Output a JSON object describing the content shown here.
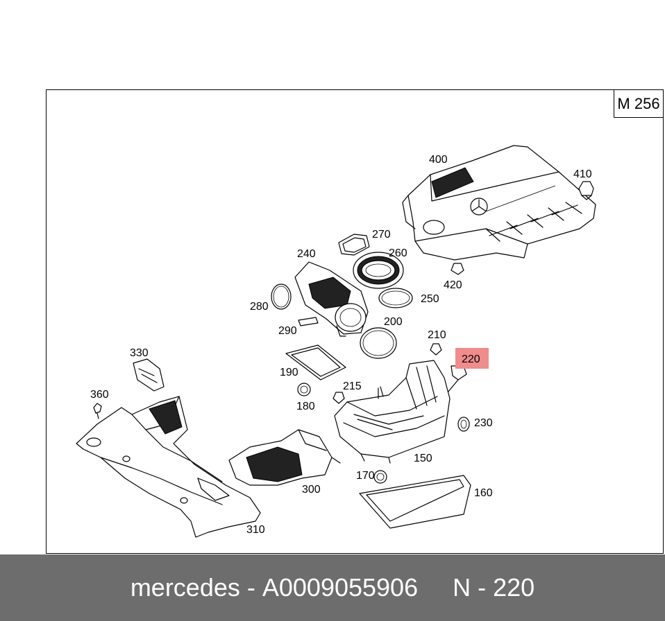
{
  "diagram": {
    "model_code": "M 256",
    "highlight_color": "#f08c8c",
    "highlighted_part": "220",
    "labels": [
      "400",
      "410",
      "270",
      "240",
      "260",
      "420",
      "250",
      "280",
      "200",
      "290",
      "210",
      "220",
      "330",
      "190",
      "215",
      "360",
      "180",
      "230",
      "150",
      "300",
      "170",
      "160",
      "310"
    ]
  },
  "footer": {
    "brand": "mercedes",
    "separator": " - ",
    "part_number": "A0009055906",
    "position_label": "N - 220",
    "background": "#6d6d6d"
  }
}
